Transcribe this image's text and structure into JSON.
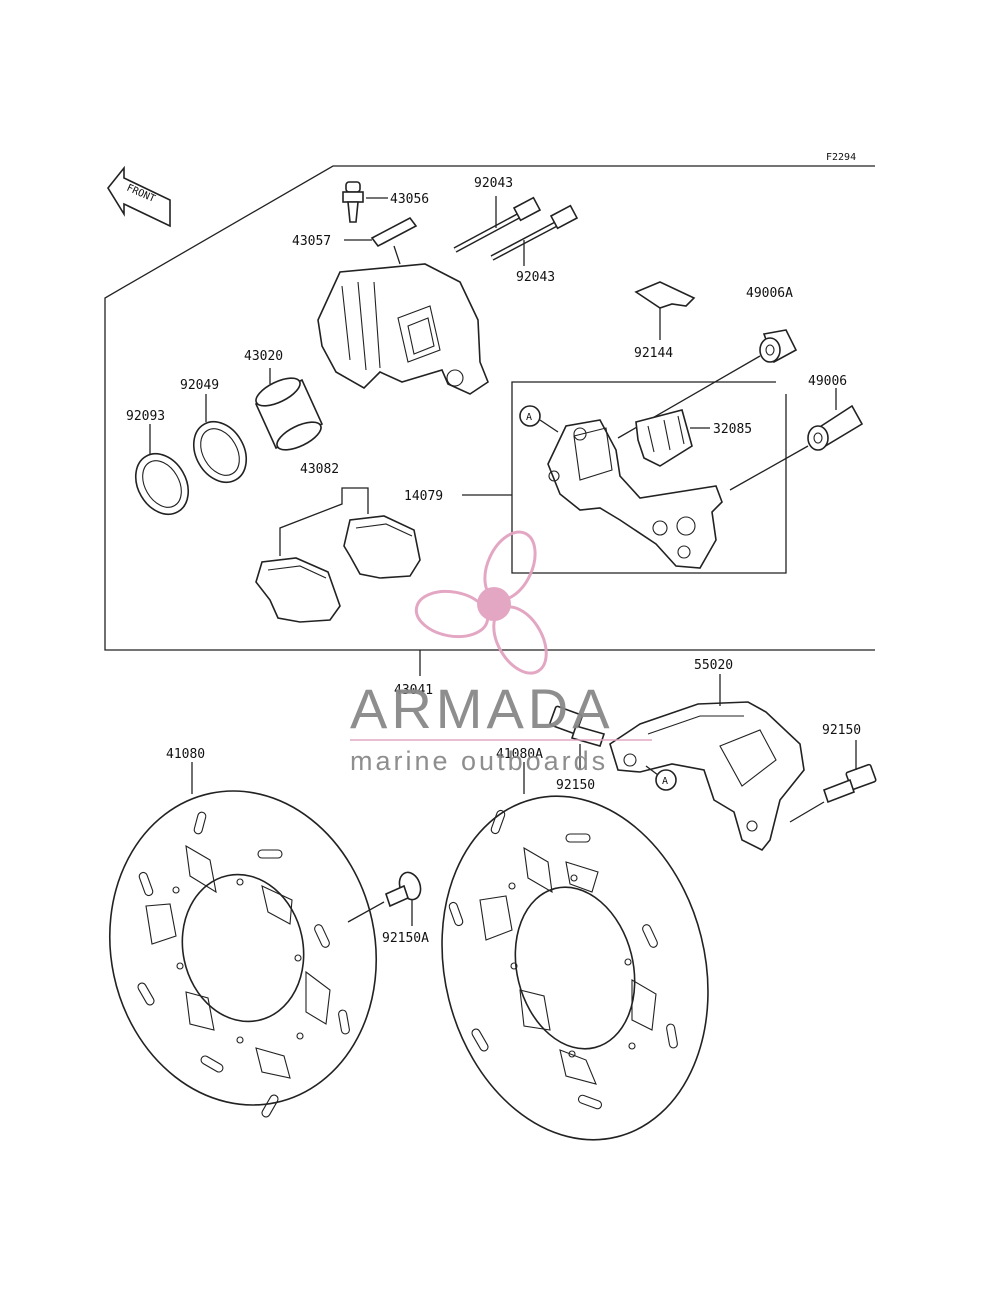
{
  "diagram": {
    "code": "F2294",
    "front_label": "FRONT",
    "callout_marker": "A",
    "part_labels": {
      "p43056": "43056",
      "p43057": "43057",
      "p92043_top": "92043",
      "p92043_bottom": "92043",
      "p49006A": "49006A",
      "p92144": "92144",
      "p43020": "43020",
      "p92049": "92049",
      "p92093": "92093",
      "p49006": "49006",
      "p32085": "32085",
      "p14079": "14079",
      "p43082": "43082",
      "p43041": "43041",
      "p55020": "55020",
      "p41080": "41080",
      "p41080A": "41080A",
      "p92150_right": "92150",
      "p92150_center": "92150",
      "p92150A": "92150A"
    }
  },
  "watermark": {
    "brand": "ARMADA",
    "tagline": "marine outboards",
    "accent_color": "#e2a3c0"
  }
}
